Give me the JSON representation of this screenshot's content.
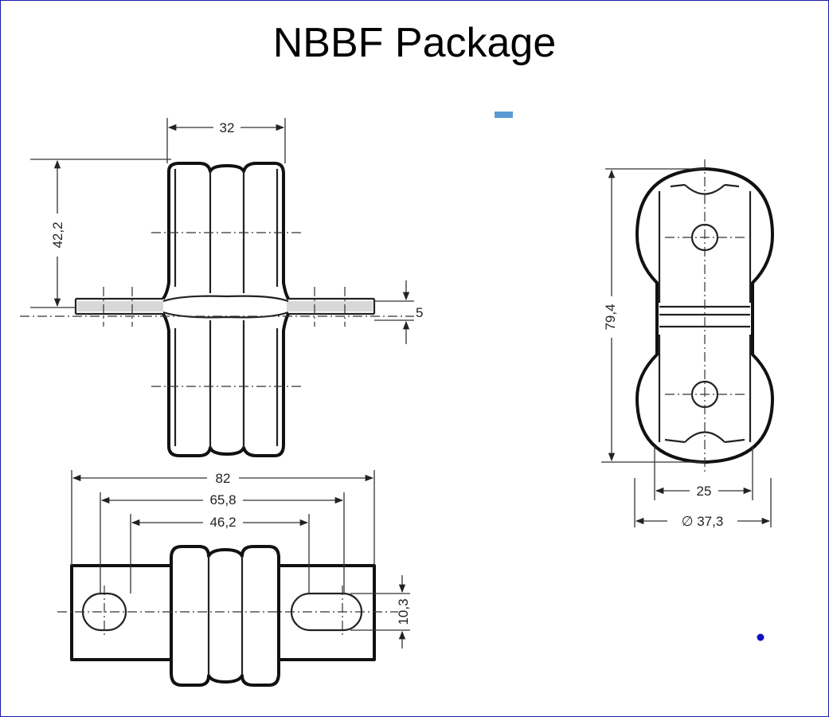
{
  "title": "NBBF Package",
  "dimensions": {
    "front_width": "32",
    "front_height": "42,2",
    "tab_thickness": "5",
    "overall_length": "82",
    "hole_center_span": "65,8",
    "tab_inner_span": "46,2",
    "slot_width": "10,3",
    "side_height": "79,4",
    "side_width": "25",
    "side_diameter": "∅ 37,3"
  },
  "colors": {
    "frame": "#1a1aa8",
    "marker": "#5b9bd5",
    "dot": "#1010c0"
  }
}
